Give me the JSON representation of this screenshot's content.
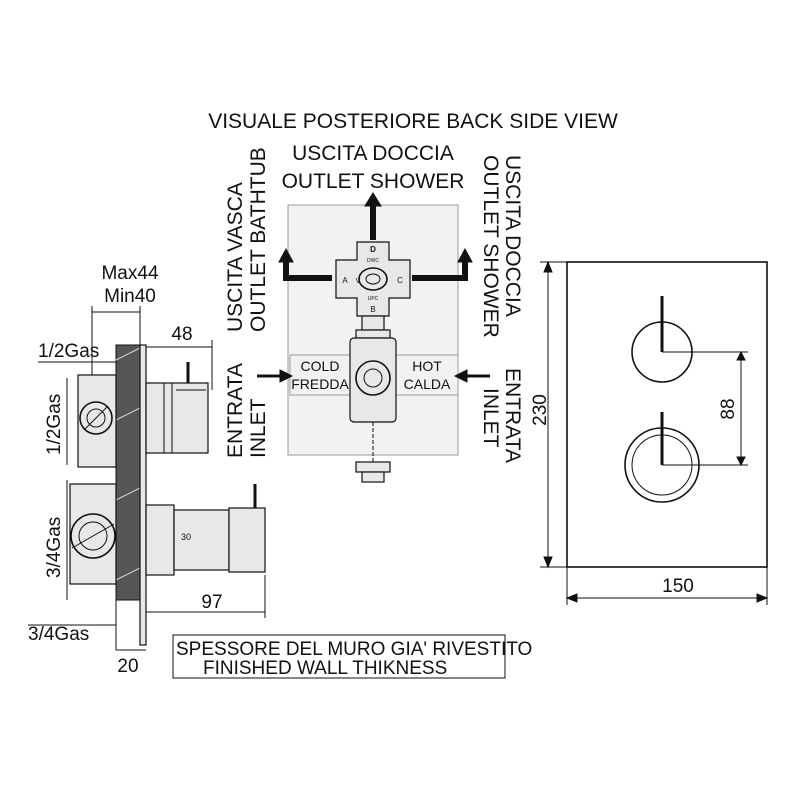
{
  "titles": {
    "back_view": "VISUALE POSTERIORE  BACK SIDE VIEW",
    "outlet_shower_it": "USCITA DOCCIA",
    "outlet_shower_en": "OUTLET SHOWER",
    "wall_it": "SPESSORE DEL MURO GIA' RIVESTITO",
    "wall_en": "FINISHED WALL THIKNESS"
  },
  "rotated_labels": {
    "bathtub_it": "USCITA VASCA",
    "bathtub_en": "OUTLET BATHTUB",
    "inlet_left_it": "ENTRATA",
    "inlet_left_en": "INLET",
    "shower_right_it": "USCITA DOCCIA",
    "shower_right_en": "OUTLET SHOWER",
    "inlet_right_it": "ENTRATA",
    "inlet_right_en": "INLET"
  },
  "valve_labels": {
    "cold_en": "COLD",
    "cold_it": "FREDDA",
    "hot_en": "HOT",
    "hot_it": "CALDA",
    "mark_d": "D",
    "mark_a": "A",
    "mark_v": "V",
    "mark_c": "C",
    "mark_dwc": "DWC",
    "mark_upc": "UPC",
    "mark_b": "B",
    "dial_30": "30"
  },
  "dimensions": {
    "max": "Max44",
    "min": "Min40",
    "d48": "48",
    "gas_half_top": "1/2Gas",
    "gas_half_side": "1/2Gas",
    "gas_three_quarter_side": "3/4Gas",
    "gas_three_quarter_bottom": "3/4Gas",
    "d97": "97",
    "d20": "20",
    "d88": "88",
    "d230": "230",
    "d150": "150"
  }
}
